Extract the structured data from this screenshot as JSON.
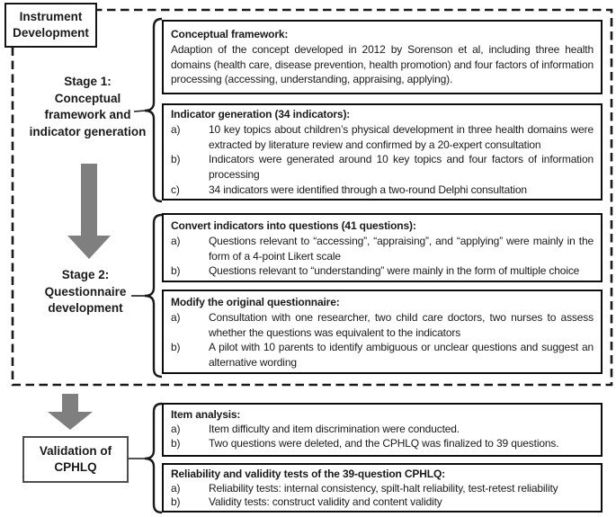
{
  "colors": {
    "arrow_gray": "#7f7f7f",
    "box_border_black": "#0d0d0d",
    "validation_border_gray": "#4d4d4d",
    "background": "#ffffff"
  },
  "header": {
    "title": "Instrument\nDevelopment"
  },
  "stages": {
    "stage1_label": "Stage 1:\nConceptual\nframework and\nindicator generation",
    "stage2_label": "Stage 2:\nQuestionnaire\ndevelopment",
    "validation_label": "Validation of\nCPHLQ"
  },
  "panels": [
    {
      "heading": "Conceptual framework:",
      "body": "Adaption of the concept developed in 2012 by Sorenson et al, including three health domains (health care, disease prevention, health promotion) and four factors of information processing (accessing, understanding, appraising, applying).",
      "items": []
    },
    {
      "heading": "Indicator generation (34 indicators):",
      "items": [
        {
          "marker": "a)",
          "text": "10 key topics about children’s physical development in three health domains were extracted by literature review and confirmed by a 20-expert consultation"
        },
        {
          "marker": "b)",
          "text": "Indicators were generated around 10 key topics and four factors of information processing"
        },
        {
          "marker": "c)",
          "text": "34 indicators were identified through a two-round Delphi consultation"
        }
      ]
    },
    {
      "heading": "Convert indicators into questions (41 questions):",
      "items": [
        {
          "marker": "a)",
          "text": "Questions relevant to “accessing”, “appraising”, and “applying” were mainly in the form of a 4-point Likert scale"
        },
        {
          "marker": "b)",
          "text": "Questions relevant to “understanding” were mainly in the form of multiple choice"
        }
      ]
    },
    {
      "heading": "Modify the original questionnaire:",
      "items": [
        {
          "marker": "a)",
          "text": "Consultation with one researcher, two child care doctors, two nurses to assess whether the questions was equivalent to the indicators"
        },
        {
          "marker": "b)",
          "text": "A pilot with 10 parents to identify ambiguous or unclear questions and suggest an alternative wording"
        }
      ]
    },
    {
      "heading": "Item analysis:",
      "items": [
        {
          "marker": "a)",
          "text": "Item difficulty and item discrimination were conducted."
        },
        {
          "marker": "b)",
          "text": "Two questions were deleted, and the CPHLQ was finalized to 39 questions."
        }
      ]
    },
    {
      "heading": "Reliability and validity tests of the 39-question CPHLQ:",
      "items": [
        {
          "marker": "a)",
          "text": "Reliability tests: internal consistency, spilt-halt reliability, test-retest reliability"
        },
        {
          "marker": "b)",
          "text": "Validity tests: construct validity and content validity"
        }
      ]
    }
  ]
}
